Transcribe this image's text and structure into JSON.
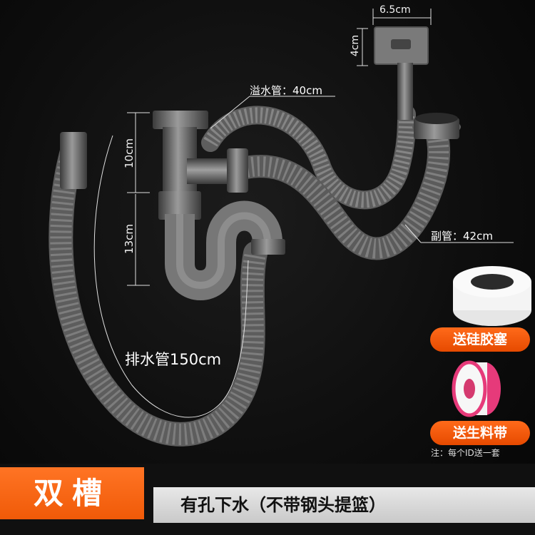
{
  "dimensions": {
    "drain_width": "6.5cm",
    "drain_height": "4cm",
    "upper_pipe": "10cm",
    "lower_pipe": "13cm"
  },
  "labels": {
    "overflow_hose": "溢水管：40cm",
    "secondary_hose": "副管：42cm",
    "drain_hose": "排水管150cm"
  },
  "badges": {
    "gift_plug": "送硅胶塞",
    "gift_tape": "送生料带",
    "note": "注：每个ID送一套"
  },
  "footer": {
    "tag": "双槽",
    "description": "有孔下水（不带钢头提篮）"
  },
  "colors": {
    "accent": "#f26010",
    "pipe": "#6e6e6e",
    "background": "#0a0a0a"
  }
}
